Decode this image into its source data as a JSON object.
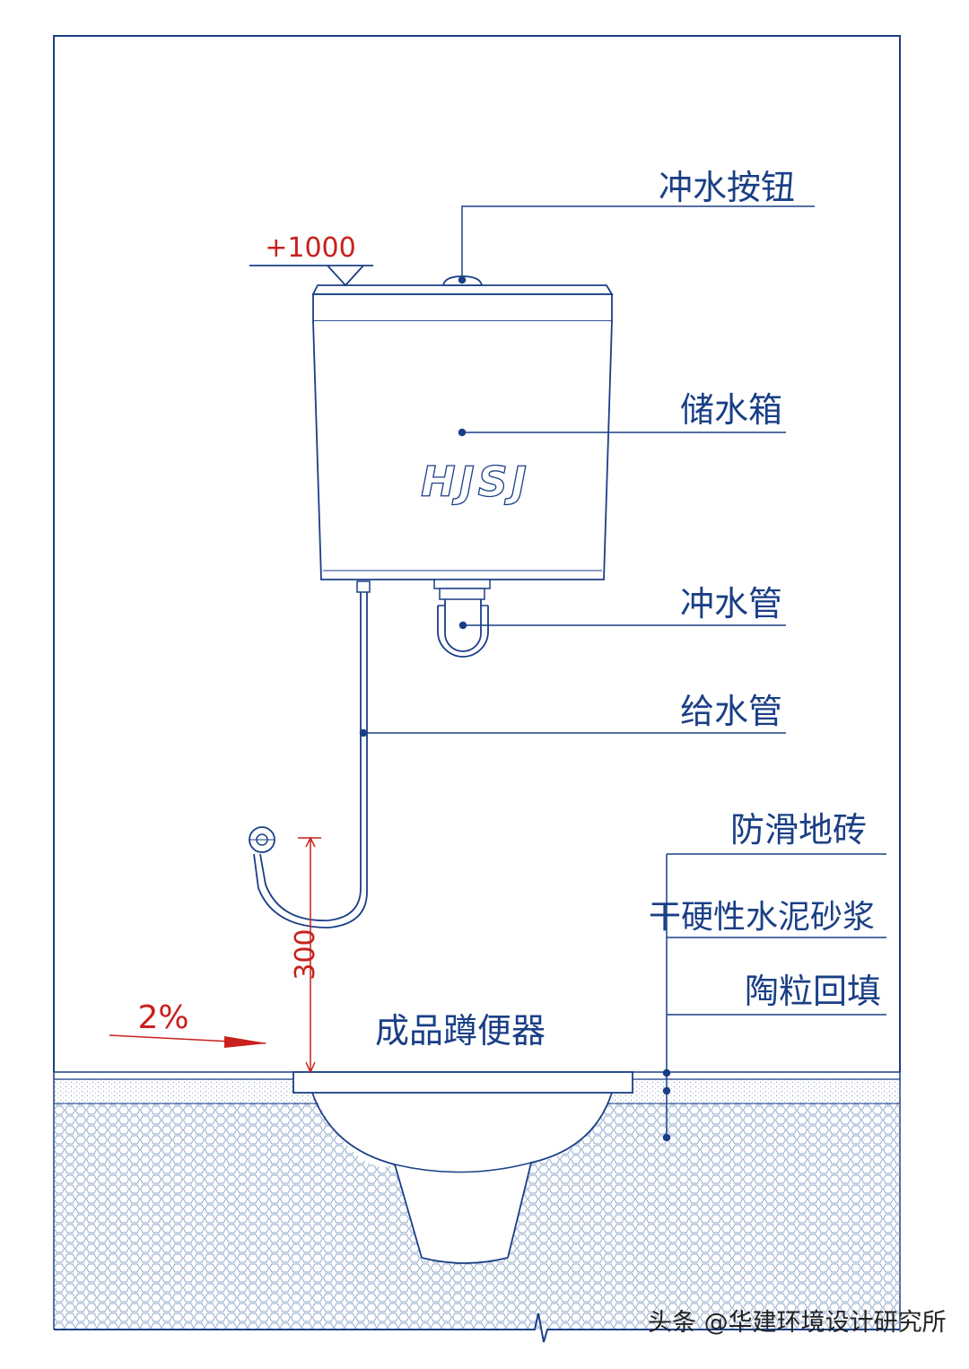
{
  "labels": {
    "flush_button": "冲水按钮",
    "tank": "储水箱",
    "flush_pipe": "冲水管",
    "supply_pipe": "给水管",
    "anti_slip_tile": "防滑地砖",
    "cement_mortar": "干硬性水泥砂浆",
    "ceramsite_backfill": "陶粒回填",
    "squat_toilet": "成品蹲便器"
  },
  "dimensions": {
    "elevation": "+1000",
    "height_300": "300",
    "slope": "2%"
  },
  "brand_logo": "HJSJ",
  "watermark": "头条 @华建环境设计研究所",
  "colors": {
    "line": "#1a3f86",
    "dimension": "#c8201c",
    "background": "#ffffff"
  }
}
